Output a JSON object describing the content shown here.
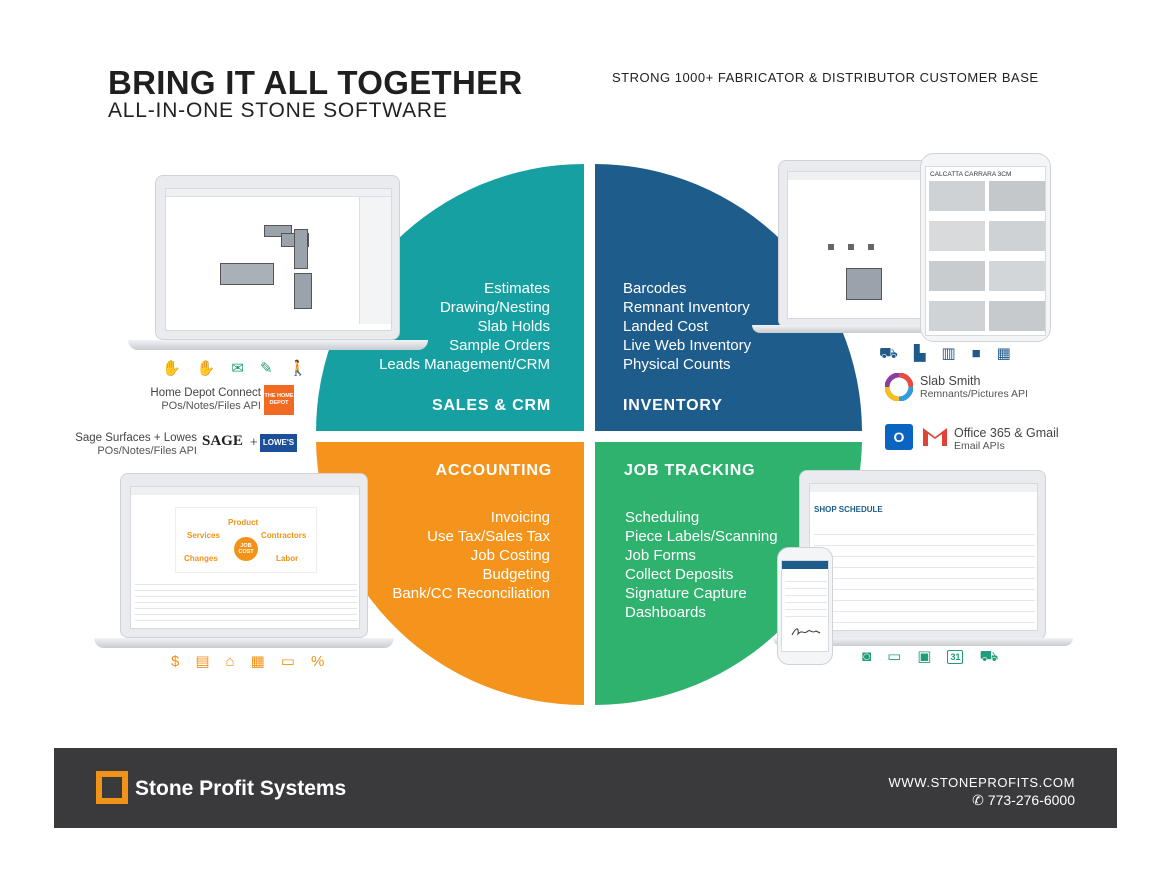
{
  "header": {
    "title": "BRING IT ALL TOGETHER",
    "subtitle": "ALL-IN-ONE STONE SOFTWARE",
    "tagline": "STRONG 1000+ FABRICATOR & DISTRIBUTOR CUSTOMER BASE"
  },
  "colors": {
    "sales": "#16a0a2",
    "inventory": "#1e5c8c",
    "accounting": "#f4941c",
    "job_tracking": "#2fb26d",
    "footer": "#3a3a3c",
    "brand_accent": "#f29218"
  },
  "quadrants": {
    "sales": {
      "title": "SALES & CRM",
      "items": [
        "Estimates",
        "Drawing/Nesting",
        "Slab Holds",
        "Sample Orders",
        "Leads Management/CRM"
      ]
    },
    "inventory": {
      "title": "INVENTORY",
      "items": [
        "Barcodes",
        "Remnant Inventory",
        "Landed Cost",
        "Live Web Inventory",
        "Physical Counts"
      ]
    },
    "accounting": {
      "title": "ACCOUNTING",
      "items": [
        "Invoicing",
        "Use Tax/Sales Tax",
        "Job Costing",
        "Budgeting",
        "Bank/CC Reconciliation"
      ]
    },
    "job_tracking": {
      "title": "JOB TRACKING",
      "items": [
        "Scheduling",
        "Piece Labels/Scanning",
        "Job Forms",
        "Collect Deposits",
        "Signature Capture",
        "Dashboards"
      ]
    }
  },
  "integrations": {
    "home_depot": {
      "name": "Home Depot Connect",
      "detail": "POs/Notes/Files API",
      "logo_text": "THE HOME DEPOT"
    },
    "sage_lowes": {
      "name": "Sage Surfaces + Lowes",
      "detail": "POs/Notes/Files API",
      "sage_logo": "SAGE",
      "plus": "+",
      "lowes_logo": "LOWE'S"
    },
    "slab_smith": {
      "name": "Slab Smith",
      "detail": "Remnants/Pictures API"
    },
    "office_gmail": {
      "name": "Office 365 & Gmail",
      "detail": "Email APIs"
    }
  },
  "icons": {
    "sales": [
      "hand-icon",
      "handshake-icon",
      "envelope-icon",
      "drawing-icon",
      "walking-person-icon"
    ],
    "inventory": [
      "forklift-icon",
      "slab-icon",
      "barcode-icon",
      "box-icon",
      "crates-icon"
    ],
    "accounting": [
      "money-bag-icon",
      "report-icon",
      "bank-icon",
      "calculator-icon",
      "credit-card-icon",
      "percent-icon"
    ],
    "job_tracking": [
      "scanner-icon",
      "monitor-icon",
      "delivery-icon",
      "calendar-icon",
      "truck-icon"
    ]
  },
  "screens": {
    "tablet_title": "CALCATTA CARRARA 3CM",
    "shop_schedule_title": "SHOP SCHEDULE",
    "job_cost": {
      "center": "JOB COST",
      "spokes": [
        "Product",
        "Services",
        "Contractors",
        "Changes",
        "Labor"
      ]
    },
    "calendar_day": "31"
  },
  "footer": {
    "brand": "Stone Profit Systems",
    "website": "WWW.STONEPROFITS.COM",
    "phone": "773-276-6000",
    "phone_icon": "phone-icon"
  }
}
